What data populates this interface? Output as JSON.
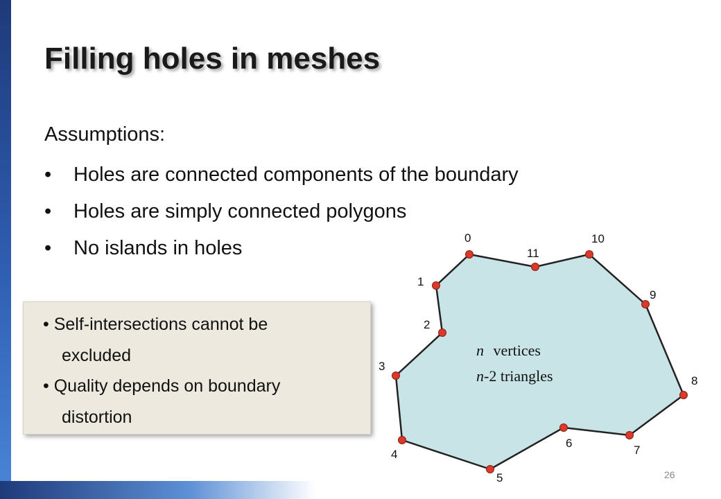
{
  "slide": {
    "title": "Filling holes in meshes",
    "assumptions_label": "Assumptions:",
    "bullet_glyph": "•",
    "bullets": [
      "Holes are connected components of the boundary",
      "Holes are simply connected polygons",
      "No islands in holes"
    ],
    "notes": [
      {
        "text": "Self-intersections cannot be",
        "continuation": "excluded"
      },
      {
        "text": "Quality depends on  boundary",
        "continuation": "distortion"
      }
    ],
    "note_bullet_glyph": "•",
    "page_number": "26"
  },
  "figure": {
    "fill_color": "#c8e4e6",
    "vertex_color": "#d93a2b",
    "vertex_labels": [
      "0",
      "1",
      "2",
      "3",
      "4",
      "5",
      "6",
      "7",
      "8",
      "9",
      "10",
      "11"
    ],
    "caption_n": "n",
    "caption_vertices": "vertices",
    "caption_triangles": "-2 triangles"
  }
}
